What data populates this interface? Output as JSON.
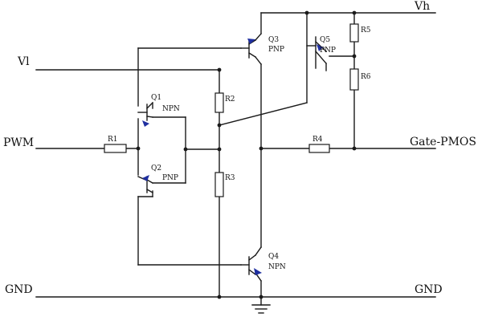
{
  "nets": {
    "vh": "Vh",
    "vl": "Vl",
    "pwm": "PWM",
    "gate_pmos": "Gate-PMOS",
    "gnd_left": "GND",
    "gnd_right": "GND"
  },
  "transistors": [
    {
      "ref": "Q1",
      "type": "NPN"
    },
    {
      "ref": "Q2",
      "type": "PNP"
    },
    {
      "ref": "Q3",
      "type": "PNP"
    },
    {
      "ref": "Q4",
      "type": "NPN"
    },
    {
      "ref": "Q5",
      "type": "PNP"
    }
  ],
  "resistors": [
    "R1",
    "R2",
    "R3",
    "R4",
    "R5",
    "R6"
  ],
  "colors": {
    "wire": "#1a1a1a",
    "arrow": "#1f2fa0",
    "background": "#ffffff"
  }
}
